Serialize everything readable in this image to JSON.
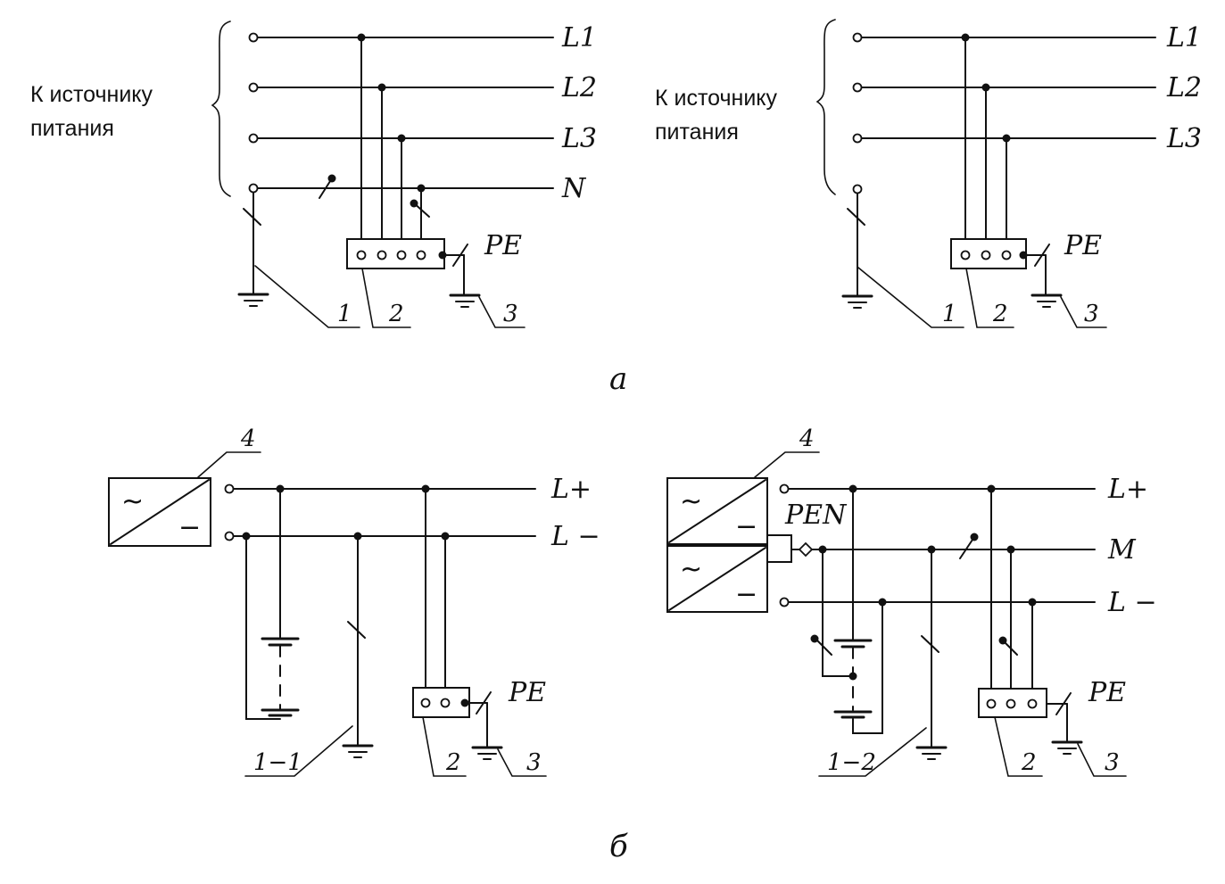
{
  "source_label": {
    "line1": "К источнику",
    "line2": "питания"
  },
  "phases": {
    "l1": "L1",
    "l2": "L2",
    "l3": "L3",
    "n": "N"
  },
  "dc": {
    "plus": "L+",
    "minus": "L −",
    "mid": "M",
    "pen": "PEN"
  },
  "pe": "PE",
  "numbers": {
    "n1": "1",
    "n2": "2",
    "n3": "3",
    "n4": "4",
    "n11": "1−1",
    "n12": "1−2"
  },
  "converter": {
    "ac": "~",
    "dc": "−"
  },
  "captions": {
    "a": "а",
    "b": "б"
  }
}
